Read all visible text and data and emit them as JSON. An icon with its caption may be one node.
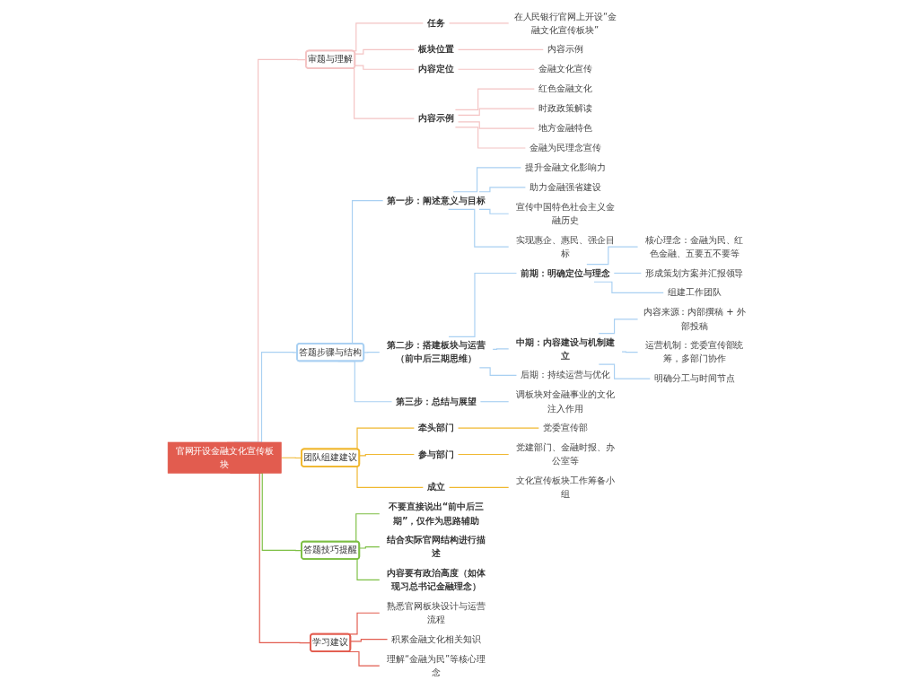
{
  "diagram": {
    "nodes": [
      {
        "text": [
          "官网开设金融文化宣传板块"
        ]
      },
      {
        "text": [
          "审题与理解"
        ]
      },
      {
        "text": [
          "任务"
        ]
      },
      {
        "text": [
          "在人民银行官网上开设“金融文化宣传板块”"
        ]
      },
      {
        "text": [
          "板块位置"
        ]
      },
      {
        "text": [
          "内容示例"
        ]
      },
      {
        "text": [
          "内容定位"
        ]
      },
      {
        "text": [
          "金融文化宣传"
        ]
      },
      {
        "text": [
          "内容示例"
        ]
      },
      {
        "text": [
          "红色金融文化"
        ]
      },
      {
        "text": [
          "时政政策解读"
        ]
      },
      {
        "text": [
          "地方金融特色"
        ]
      },
      {
        "text": [
          "金融为民理念宣传"
        ]
      },
      {
        "text": [
          "答题步骤与结构"
        ]
      },
      {
        "text": [
          "第一步：阐述意义与目标"
        ]
      },
      {
        "text": [
          "提升金融文化影响力"
        ]
      },
      {
        "text": [
          "助力金融强省建设"
        ]
      },
      {
        "text": [
          "宣传中国特色社会主义金融历史"
        ]
      },
      {
        "text": [
          "实现惠企、惠民、强企目标"
        ]
      },
      {
        "text": [
          "第二步：搭建板块与运营（前中后三期思维）"
        ]
      },
      {
        "text": [
          "前期：明确定位与理念"
        ]
      },
      {
        "text": [
          "核心理念：金融为民、红色金融、五要五不要等"
        ]
      },
      {
        "text": [
          "形成策划方案并汇报领导"
        ]
      },
      {
        "text": [
          "组建工作团队"
        ]
      },
      {
        "text": [
          "中期：内容建设与机制建立"
        ]
      },
      {
        "text": [
          "内容来源：内部撰稿 + 外部投稿"
        ]
      },
      {
        "text": [
          "运营机制：党委宣传部统筹，多部门协作"
        ]
      },
      {
        "text": [
          "明确分工与时间节点"
        ]
      },
      {
        "text": [
          "后期：持续运营与优化"
        ]
      },
      {
        "text": [
          "第三步：总结与展望"
        ]
      },
      {
        "text": [
          "调板块对金融事业的文化注入作用"
        ]
      },
      {
        "text": [
          "团队组建建议"
        ]
      },
      {
        "text": [
          "牵头部门"
        ]
      },
      {
        "text": [
          "党委宣传部"
        ]
      },
      {
        "text": [
          "参与部门"
        ]
      },
      {
        "text": [
          "党建部门、金融时报、办公室等"
        ]
      },
      {
        "text": [
          "成立"
        ]
      },
      {
        "text": [
          "文化宣传板块工作筹备小组"
        ]
      },
      {
        "text": [
          "答题技巧提醒"
        ]
      },
      {
        "text": [
          "不要直接说出“前中后三期”，仅作为思路辅助"
        ]
      },
      {
        "text": [
          "结合实际官网结构进行描述"
        ]
      },
      {
        "text": [
          "内容要有政治高度（如体现习总书记金融理念）"
        ]
      },
      {
        "text": [
          "学习建议"
        ]
      },
      {
        "text": [
          "熟悉官网板块设计与运营流程"
        ]
      },
      {
        "text": [
          "积累金融文化相关知识"
        ]
      },
      {
        "text": [
          "理解“金融为民”等核心理念"
        ]
      }
    ],
    "edges": [
      {
        "from": 0,
        "to": 1,
        "arrow": "none",
        "color": "#f4c3c3"
      },
      {
        "from": 1,
        "to": 2,
        "arrow": "none",
        "color": "#f4c3c3"
      },
      {
        "from": 2,
        "to": 3,
        "arrow": "none",
        "color": "#f4c3c3"
      },
      {
        "from": 1,
        "to": 4,
        "arrow": "none",
        "color": "#f4c3c3"
      },
      {
        "from": 4,
        "to": 5,
        "arrow": "none",
        "color": "#f4c3c3"
      },
      {
        "from": 1,
        "to": 6,
        "arrow": "none",
        "color": "#f4c3c3"
      },
      {
        "from": 6,
        "to": 7,
        "arrow": "none",
        "color": "#f4c3c3"
      },
      {
        "from": 1,
        "to": 8,
        "arrow": "none",
        "color": "#f4c3c3"
      },
      {
        "from": 8,
        "to": 9,
        "arrow": "none",
        "color": "#f4c3c3"
      },
      {
        "from": 8,
        "to": 10,
        "arrow": "none",
        "color": "#f4c3c3"
      },
      {
        "from": 8,
        "to": 11,
        "arrow": "none",
        "color": "#f4c3c3"
      },
      {
        "from": 8,
        "to": 12,
        "arrow": "none",
        "color": "#f4c3c3"
      },
      {
        "from": 0,
        "to": 13,
        "arrow": "none"
      },
      {
        "from": 13,
        "to": 14,
        "arrow": "none"
      },
      {
        "from": 14,
        "to": 15,
        "arrow": "none"
      },
      {
        "from": 14,
        "to": 16,
        "arrow": "none"
      },
      {
        "from": 14,
        "to": 17,
        "arrow": "none"
      },
      {
        "from": 14,
        "to": 18,
        "arrow": "none"
      },
      {
        "from": 13,
        "to": 19,
        "arrow": "none"
      },
      {
        "from": 19,
        "to": 20,
        "arrow": "none"
      },
      {
        "from": 20,
        "to": 21,
        "arrow": "none"
      },
      {
        "from": 20,
        "to": 22,
        "arrow": "none"
      },
      {
        "from": 20,
        "to": 23,
        "arrow": "none"
      },
      {
        "from": 19,
        "to": 24,
        "arrow": "none"
      },
      {
        "from": 24,
        "to": 25,
        "arrow": "none"
      },
      {
        "from": 24,
        "to": 26,
        "arrow": "none"
      },
      {
        "from": 24,
        "to": 27,
        "arrow": "none"
      },
      {
        "from": 19,
        "to": 28,
        "arrow": "none"
      },
      {
        "from": 13,
        "to": 29,
        "arrow": "none"
      },
      {
        "from": 29,
        "to": 30,
        "arrow": "none"
      },
      {
        "from": 0,
        "to": 31,
        "arrow": "none",
        "color": "#f0b72f"
      },
      {
        "from": 31,
        "to": 32,
        "arrow": "none",
        "color": "#f0b72f"
      },
      {
        "from": 32,
        "to": 33,
        "arrow": "none",
        "color": "#f0b72f"
      },
      {
        "from": 31,
        "to": 34,
        "arrow": "none",
        "color": "#f0b72f"
      },
      {
        "from": 34,
        "to": 35,
        "arrow": "none",
        "color": "#f0b72f"
      },
      {
        "from": 31,
        "to": 36,
        "arrow": "none",
        "color": "#f0b72f"
      },
      {
        "from": 36,
        "to": 37,
        "arrow": "none",
        "color": "#f0b72f"
      },
      {
        "from": 0,
        "to": 38,
        "arrow": "none",
        "color": "#7dbf44"
      },
      {
        "from": 38,
        "to": 39,
        "arrow": "none",
        "color": "#7dbf44"
      },
      {
        "from": 38,
        "to": 40,
        "arrow": "none",
        "color": "#7dbf44"
      },
      {
        "from": 38,
        "to": 41,
        "arrow": "none",
        "color": "#7dbf44"
      },
      {
        "from": 0,
        "to": 42,
        "arrow": "none",
        "color": "#e25c4f"
      },
      {
        "from": 42,
        "to": 43,
        "arrow": "none",
        "color": "#e25c4f"
      },
      {
        "from": 42,
        "to": 44,
        "arrow": "none",
        "color": "#e25c4f"
      },
      {
        "from": 42,
        "to": 45,
        "arrow": "none",
        "color": "#e25c4f"
      }
    ]
  }
}
